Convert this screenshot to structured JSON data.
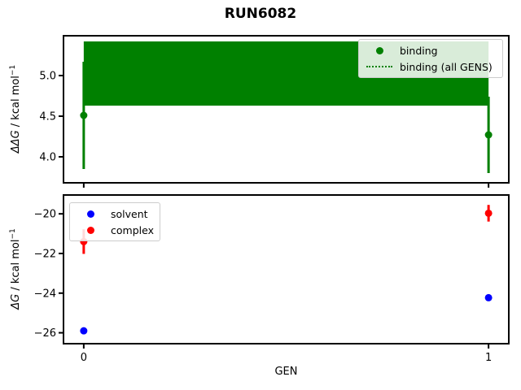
{
  "figure": {
    "title": "RUN6082",
    "background": "#ffffff",
    "frame_color": "#000000"
  },
  "chart_data": [
    {
      "type": "scatter",
      "subplot": "top",
      "ylabel": "ΔΔG / kcal mol⁻¹",
      "ylabel_math": "ΔΔG",
      "ylabel_units": " / kcal mol",
      "ylabel_sup": "−1",
      "xlim": [
        -0.05,
        1.05
      ],
      "ylim": [
        3.68,
        5.49
      ],
      "yticks": [
        4.0,
        4.5,
        5.0
      ],
      "ytick_labels": [
        "4.0",
        "4.5",
        "5.0"
      ],
      "xticks": [
        0,
        1
      ],
      "xtick_labels": [
        "",
        ""
      ],
      "grid": false,
      "series": [
        {
          "name": "binding",
          "color": "#008000",
          "marker": "circle",
          "x": [
            0,
            1
          ],
          "y": [
            4.51,
            4.27
          ],
          "yerr": [
            0.66,
            0.47
          ]
        }
      ],
      "band": {
        "name": "binding (all GENS)",
        "color": "#008000",
        "x": [
          0,
          1
        ],
        "center": 5.02,
        "lower": 4.63,
        "upper": 5.42,
        "center_line_style": "dotted"
      },
      "legend": {
        "position": "upper-right",
        "entries": [
          {
            "label": "binding",
            "symbol": "dot",
            "color": "#008000"
          },
          {
            "label": "binding (all GENS)",
            "symbol": "dotted-line",
            "color": "#008000"
          }
        ]
      }
    },
    {
      "type": "scatter",
      "subplot": "bottom",
      "xlabel": "GEN",
      "ylabel": "ΔG / kcal mol⁻¹",
      "ylabel_math": "ΔG",
      "ylabel_units": " / kcal mol",
      "ylabel_sup": "−1",
      "xlim": [
        -0.05,
        1.05
      ],
      "ylim": [
        -26.55,
        -19.05
      ],
      "yticks": [
        -26,
        -24,
        -22,
        -20
      ],
      "ytick_labels": [
        "−26",
        "−24",
        "−22",
        "−20"
      ],
      "xticks": [
        0,
        1
      ],
      "xtick_labels": [
        "0",
        "1"
      ],
      "grid": false,
      "series": [
        {
          "name": "solvent",
          "color": "#0000ff",
          "marker": "circle",
          "x": [
            0,
            1
          ],
          "y": [
            -25.9,
            -24.23
          ],
          "yerr": [
            0.08,
            0.08
          ]
        },
        {
          "name": "complex",
          "color": "#ff0000",
          "marker": "circle",
          "x": [
            0,
            1
          ],
          "y": [
            -21.4,
            -19.97
          ],
          "yerr": [
            0.62,
            0.42
          ]
        }
      ],
      "legend": {
        "position": "upper-left",
        "entries": [
          {
            "label": "solvent",
            "symbol": "dot",
            "color": "#0000ff"
          },
          {
            "label": "complex",
            "symbol": "dot",
            "color": "#ff0000"
          }
        ]
      }
    }
  ]
}
